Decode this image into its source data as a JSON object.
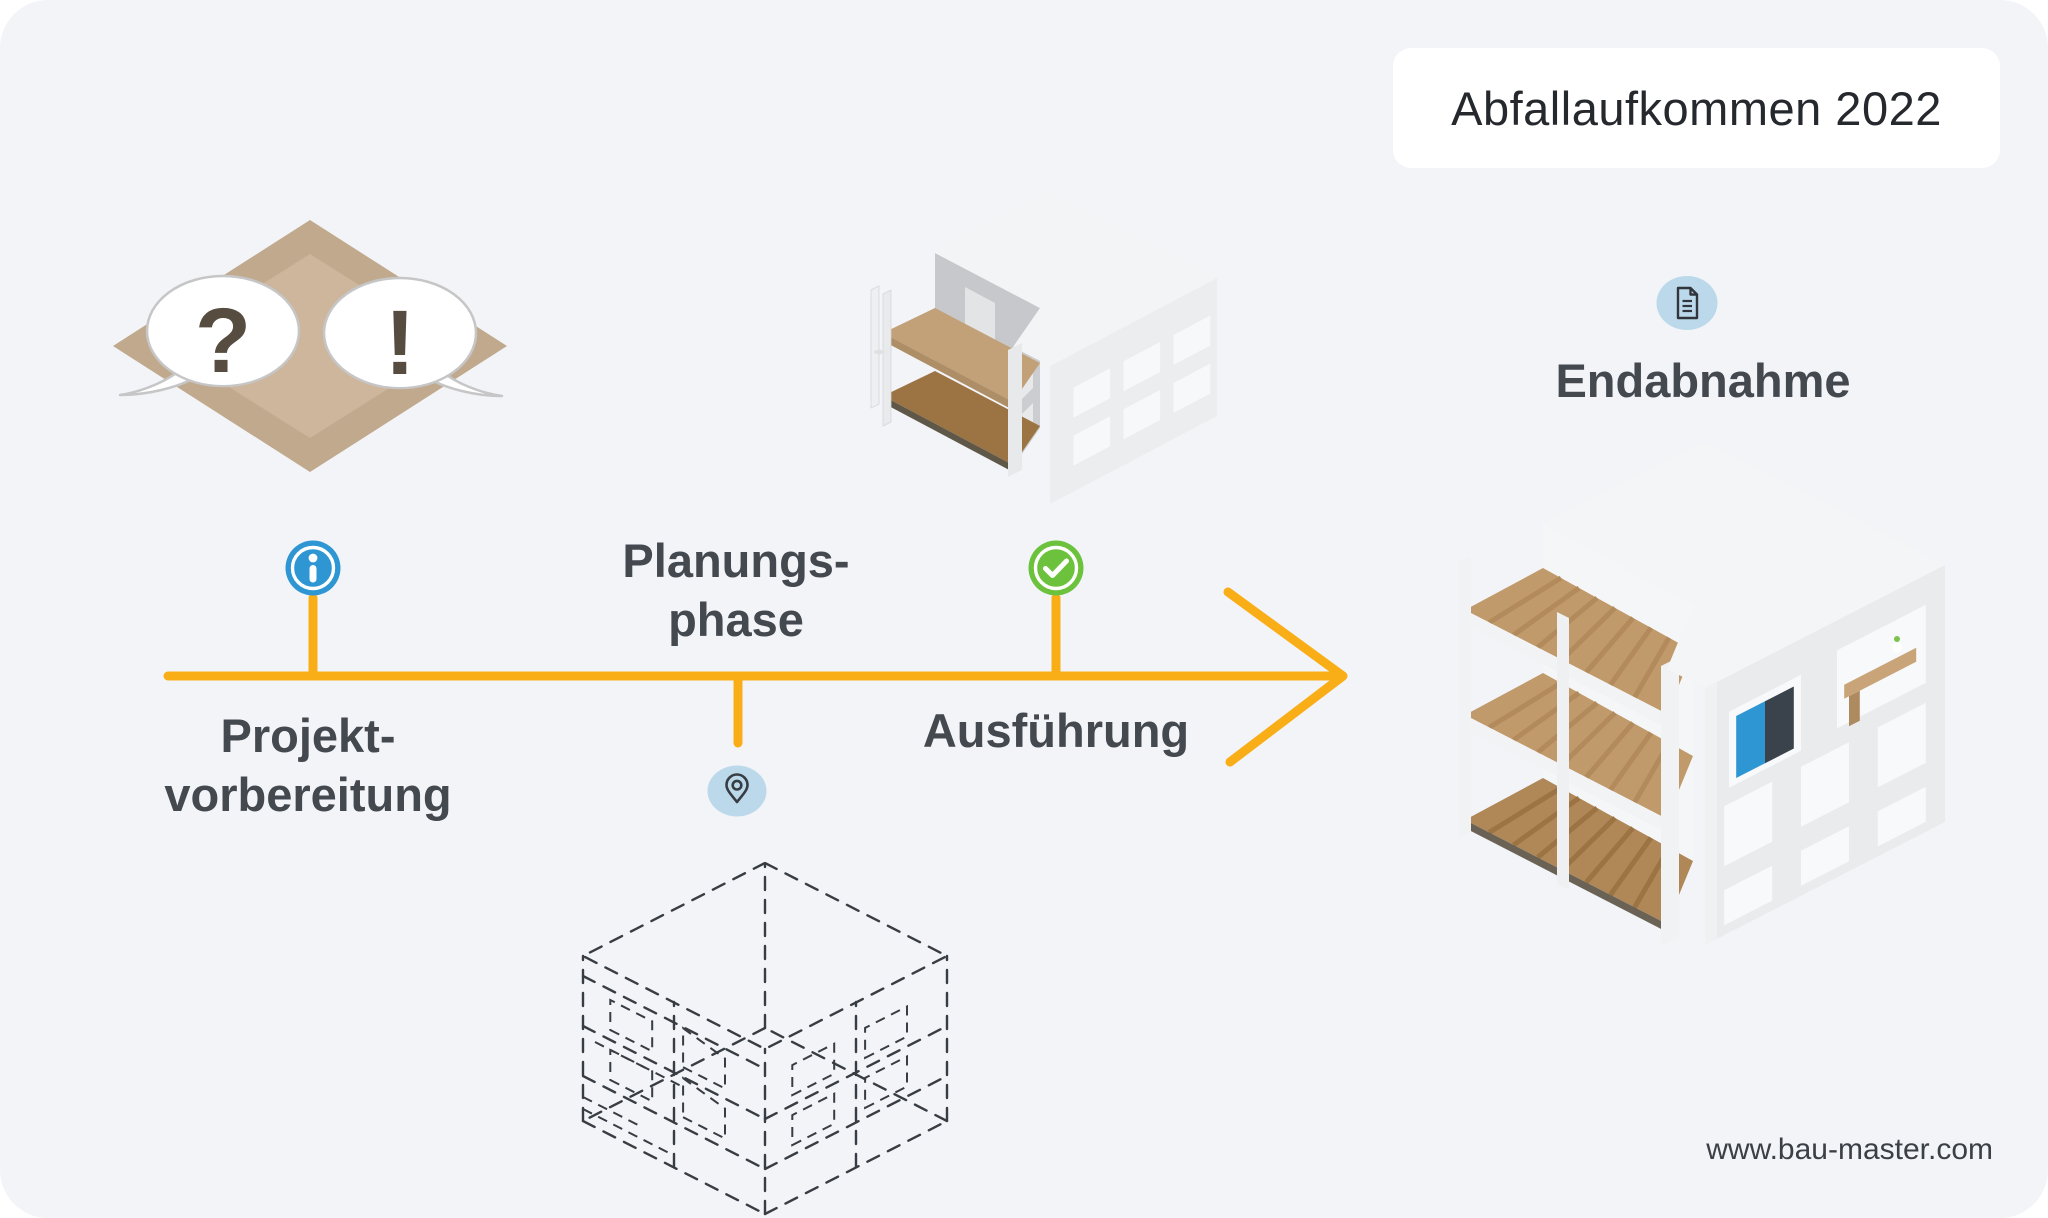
{
  "header": {
    "title": "Abfallaufkommen 2022"
  },
  "footer": {
    "website": "www.bau-master.com"
  },
  "diagram": {
    "type": "process-timeline",
    "direction": "left-to-right",
    "arrow_color": "#F9AE17",
    "phases": [
      {
        "id": "projektvorbereitung",
        "line1": "Projekt-",
        "line2": "vorbereitung",
        "marker_icon": "info-icon",
        "marker_glyph": "i",
        "marker_color": "#2E96D3",
        "marker_position": "above-line",
        "label_position": "below-line",
        "illustration": "site-plot-with-question-and-exclamation-bubbles"
      },
      {
        "id": "planungsphase",
        "line1": "Planungs-",
        "line2": "phase",
        "marker_icon": "location-pin-icon",
        "marker_glyph": "📍",
        "marker_color": "#BBD9EA",
        "marker_position": "below-line",
        "label_position": "above-line",
        "illustration": "blueprint-wireframe-building"
      },
      {
        "id": "ausfuehrung",
        "line1": "Ausführung",
        "line2": "",
        "marker_icon": "check-icon",
        "marker_glyph": "✓",
        "marker_color": "#6CC23C",
        "marker_position": "above-line",
        "label_position": "below-line",
        "illustration": "building-under-construction"
      },
      {
        "id": "endabnahme",
        "line1": "Endabnahme",
        "line2": "",
        "marker_icon": "document-icon",
        "marker_glyph": "📄",
        "marker_color": "#BBD9EA",
        "marker_position": "above-label",
        "label_position": "right-of-arrow",
        "illustration": "finished-building"
      }
    ]
  },
  "illustrations": {
    "plot": {
      "question_mark": "?",
      "exclamation_mark": "!"
    }
  },
  "icons": {
    "info": "info-icon",
    "check": "check-icon",
    "pin": "location-pin-icon",
    "document": "document-icon"
  },
  "colors": {
    "panel_bg": "#F2F4F8",
    "card_bg": "#FFFFFF",
    "accent_orange": "#F9AE17",
    "info_blue": "#2E96D3",
    "success_green": "#6CC23C",
    "icon_bg_blue": "#BBD9EA",
    "text_dark": "#44484F",
    "title_dark": "#25282D",
    "plot_tan": "#C1A98D",
    "plot_tan_light": "#CDB69C",
    "wood": "#C19A6B",
    "wood_dark": "#9C7342",
    "blueprint_line": "#383D43",
    "building_white": "#F4F5F7",
    "building_face": "#E9EBED"
  }
}
